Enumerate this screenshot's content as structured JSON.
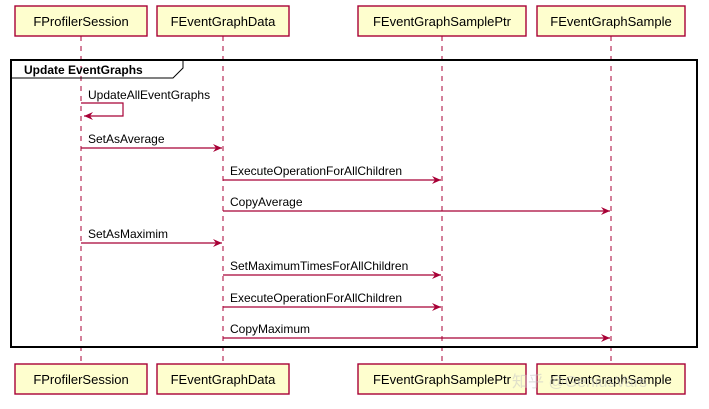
{
  "colors": {
    "participant_fill": "#FEFECE",
    "participant_stroke": "#A80036",
    "arrow": "#A80036",
    "text": "#000000",
    "group_border": "#000000"
  },
  "participants": [
    {
      "id": "fps",
      "label": "FProfilerSession"
    },
    {
      "id": "fegd",
      "label": "FEventGraphData"
    },
    {
      "id": "fegsp",
      "label": "FEventGraphSamplePtr"
    },
    {
      "id": "fegs",
      "label": "FEventGraphSample"
    }
  ],
  "group": {
    "label": "Update EventGraphs"
  },
  "messages": [
    {
      "from": "fps",
      "to": "fps",
      "label": "UpdateAllEventGraphs"
    },
    {
      "from": "fps",
      "to": "fegd",
      "label": "SetAsAverage"
    },
    {
      "from": "fegd",
      "to": "fegsp",
      "label": "ExecuteOperationForAllChildren"
    },
    {
      "from": "fegd",
      "to": "fegs",
      "label": "CopyAverage"
    },
    {
      "from": "fps",
      "to": "fegd",
      "label": "SetAsMaximim"
    },
    {
      "from": "fegd",
      "to": "fegsp",
      "label": "SetMaximumTimesForAllChildren"
    },
    {
      "from": "fegd",
      "to": "fegsp",
      "label": "ExecuteOperationForAllChildren"
    },
    {
      "from": "fegd",
      "to": "fegs",
      "label": "CopyMaximum"
    }
  ],
  "watermark": "知乎 @GeniusVars"
}
